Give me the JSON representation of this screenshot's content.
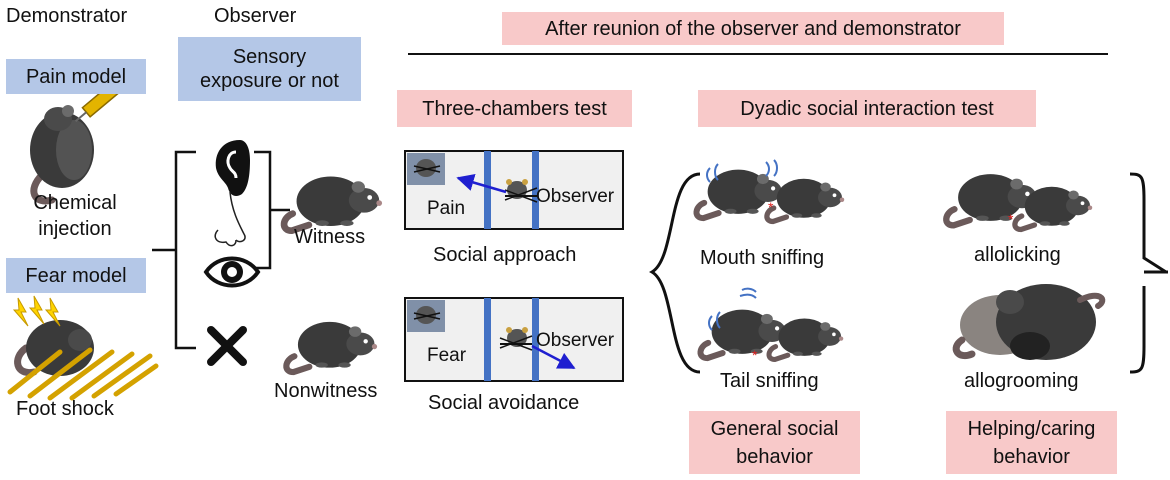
{
  "labels": {
    "demonstrator": "Demonstrator",
    "observer": "Observer",
    "after_reunion": "After reunion of the observer and demonstrator",
    "sensory_exposure": "Sensory exposure or not",
    "pain_model": "Pain model",
    "chemical_injection": "Chemical injection",
    "fear_model": "Fear model",
    "foot_shock": "Foot shock",
    "witness": "Witness",
    "nonwitness": "Nonwitness",
    "three_chambers": "Three-chambers test",
    "pain": "Pain",
    "observer_tag": "Observer",
    "social_approach": "Social approach",
    "fear": "Fear",
    "social_avoidance": "Social avoidance",
    "dyadic": "Dyadic social interaction test",
    "mouth_sniffing": "Mouth sniffing",
    "tail_sniffing": "Tail sniffing",
    "allolicking": "allolicking",
    "allogrooming": "allogrooming",
    "general_social": "General social behavior",
    "helping_caring": "Helping/caring behavior"
  },
  "icons": [
    "ear-icon",
    "nose-icon",
    "eye-icon",
    "cross-icon",
    "syringe-icon",
    "lightning-icon",
    "mouse-icon"
  ],
  "colors": {
    "label_blue": "#b4c7e7",
    "label_pink": "#f8c9c9",
    "mouse_body": "#3a3a3a",
    "divider_blue": "#4472c4",
    "arrow_blue": "#1f1fd0",
    "syringe_gold": "#e3b400"
  }
}
